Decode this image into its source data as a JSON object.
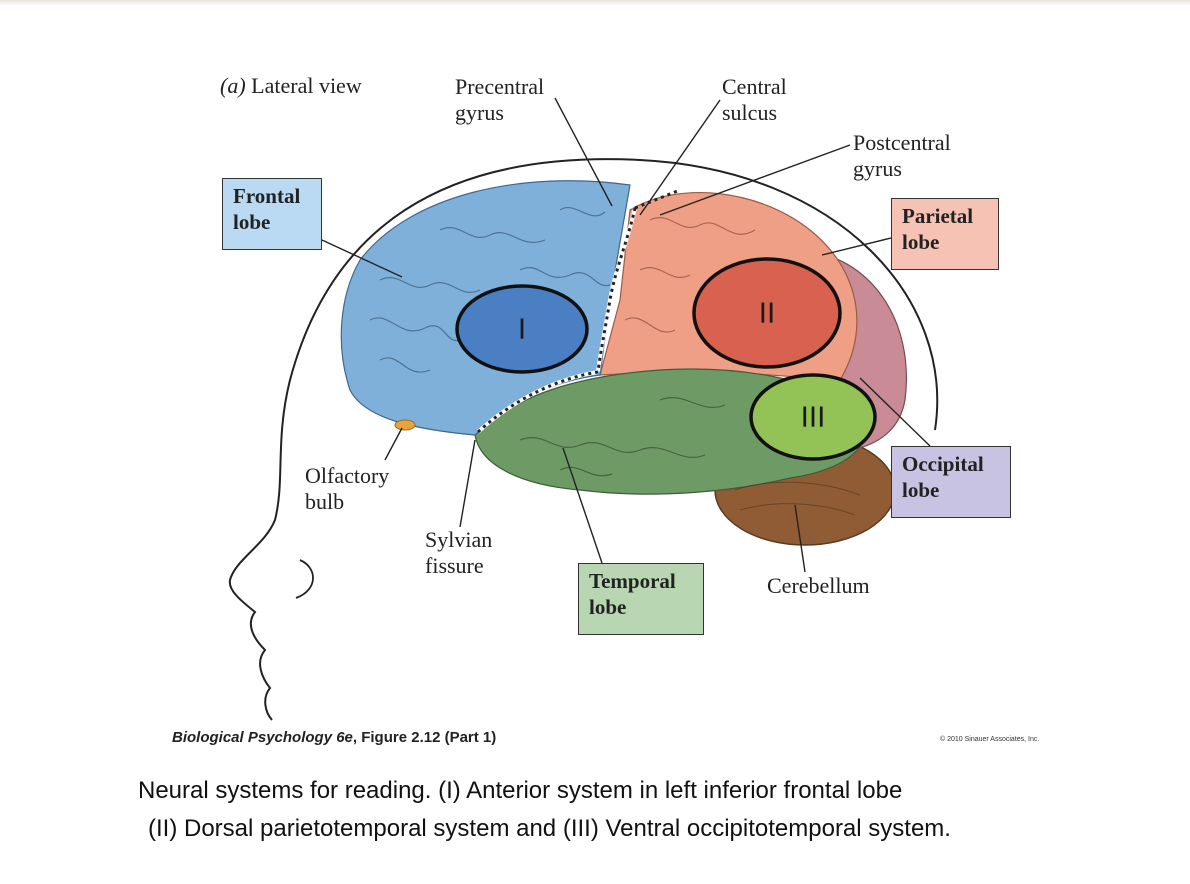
{
  "panel": {
    "letter": "(a)",
    "title": "Lateral view"
  },
  "callouts": {
    "precentral": "Precentral\ngyrus",
    "central": "Central\nsulcus",
    "postcentral": "Postcentral\ngyrus",
    "olfactory": "Olfactory\nbulb",
    "sylvian": "Sylvian\nfissure",
    "cerebellum": "Cerebellum"
  },
  "lobes": {
    "frontal": "Frontal\nlobe",
    "parietal": "Parietal\nlobe",
    "occipital": "Occipital\nlobe",
    "temporal": "Temporal\nlobe"
  },
  "systems": {
    "anterior": "I",
    "dorsal": "II",
    "ventral": "III"
  },
  "colors": {
    "frontal": "#7fb0d9",
    "parietal": "#ef9f86",
    "temporal": "#6e9a66",
    "occipital": "#c98b95",
    "cerebellum": "#8f5c36",
    "ellipse_I": "#4a7fc4",
    "ellipse_II": "#d9614f",
    "ellipse_III": "#93c256"
  },
  "source": {
    "book": "Biological Psychology 6e",
    "figure": ", Figure 2.12 (Part 1)"
  },
  "copyright": "© 2010 Sinauer Associates, Inc.",
  "caption": {
    "line1": "Neural systems for reading. (I) Anterior system in left inferior frontal lobe",
    "line2": "(II) Dorsal parietotemporal system and (III) Ventral occipitotemporal system."
  }
}
